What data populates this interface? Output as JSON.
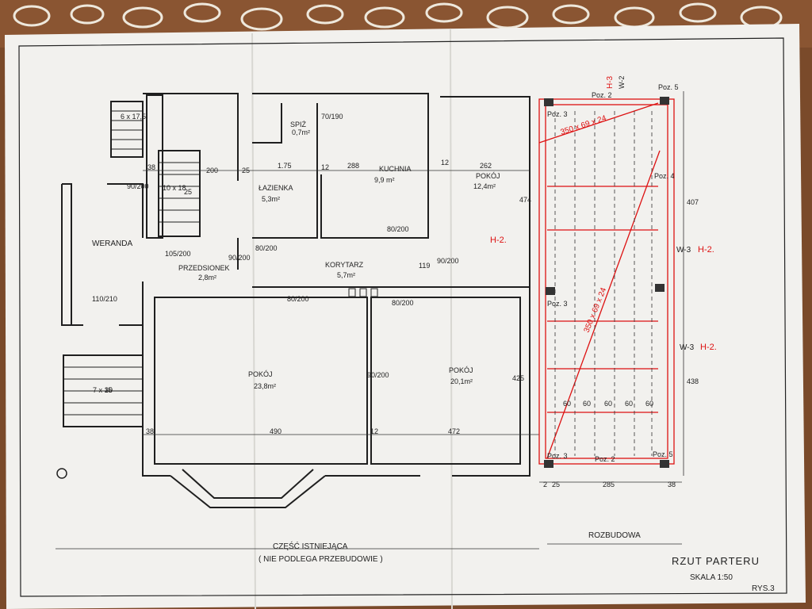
{
  "rooms": {
    "weranda": "WERANDA",
    "przedsionek": "PRZEDSIONEK",
    "przedsionek_area": "2,8m²",
    "lazienka": "ŁAZIENKA",
    "lazienka_area": "5,3m²",
    "spiz": "SPIŻ",
    "spiz_area": "0,7m²",
    "kuchnia": "KUCHNIA",
    "kuchnia_area": "9,9 m²",
    "pokoj_ne": "POKÓJ",
    "pokoj_ne_area": "12,4m²",
    "korytarz": "KORYTARZ",
    "korytarz_area": "5,7m²",
    "pokoj_sw": "POKÓJ",
    "pokoj_sw_area": "23,8m²",
    "pokoj_se": "POKÓJ",
    "pokoj_se_area": "20,1m²"
  },
  "dimensions": {
    "d175": "1.75",
    "d288": "288",
    "d262": "262",
    "d200": "200",
    "d38a": "38",
    "d25": "25",
    "d12a": "12",
    "d12b": "12",
    "d490": "490",
    "d472": "472",
    "d38b": "38",
    "d12c": "12",
    "d474": "474",
    "d425": "425",
    "d119": "119",
    "d285": "285",
    "d25b": "25",
    "d38c": "38",
    "d2": "2",
    "d407": "407",
    "d438": "438",
    "d30": "30",
    "d25c": "25",
    "stairs_top": "6 x 17,5",
    "stairs_main": "10 x 18",
    "stairs_ext": "7 x 15",
    "door_105_200": "105/200",
    "door_90_200a": "90/200",
    "door_90_200b": "90/200",
    "door_90_200c": "90/200",
    "door_80_200a": "80/200",
    "door_80_200b": "80/200",
    "door_80_200c": "80/200",
    "door_90_200d": "90/200",
    "door_110_210": "110/210",
    "door_70_190": "70/190",
    "door_80_200d": "80/200"
  },
  "extension": {
    "poz5_top": "Poz. 5",
    "poz2_top": "Poz. 2",
    "poz3_topleft": "Poz. 3",
    "poz4": "Poz. 4",
    "poz3_mid": "Poz. 3",
    "poz2_bottom": "Poz. 2",
    "poz3_bottomleft": "Poz. 3",
    "poz5_bottom": "Poz. 5",
    "beam_top": "350 x 69 x 24",
    "beam_mid": "350 x 69 x 24",
    "spacings": [
      "60",
      "60",
      "60",
      "60",
      "60"
    ],
    "w3_a": "W-3",
    "w3_b": "W-3",
    "h2_a": "H-2.",
    "h2_b": "H-2.",
    "h2_c": "H-2.",
    "h3": "H-3",
    "w2": "W-2"
  },
  "legend": {
    "existing": "CZĘŚĆ ISTNIEJĄCA",
    "existing_note": "( NIE PODLEGA PRZEBUDOWIE )",
    "extension": "ROZBUDOWA"
  },
  "title": {
    "name": "RZUT PARTERU",
    "scale": "SKALA 1:50",
    "sheet": "RYS.3"
  },
  "colors": {
    "paper": "#f2f1ee",
    "ink": "#1f1f1f",
    "red_ink": "#d11111",
    "background_wood": "#7a4a2a"
  }
}
